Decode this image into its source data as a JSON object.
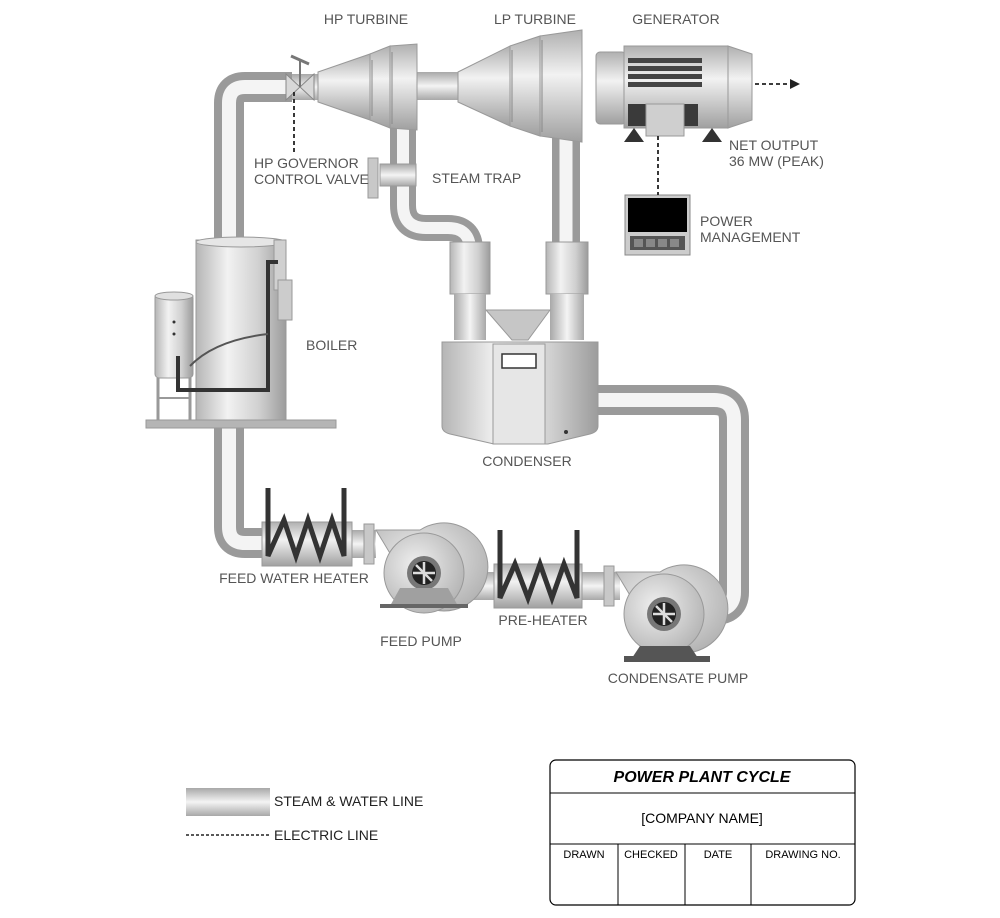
{
  "labels": {
    "hp_turbine": "HP TURBINE",
    "lp_turbine": "LP TURBINE",
    "generator": "GENERATOR",
    "hp_governor_line1": "HP GOVERNOR",
    "hp_governor_line2": "CONTROL VALVE",
    "steam_trap": "STEAM TRAP",
    "net_output_line1": "NET OUTPUT",
    "net_output_line2": "36 MW (PEAK)",
    "power_mgmt_line1": "POWER",
    "power_mgmt_line2": "MANAGEMENT",
    "boiler": "BOILER",
    "condenser": "CONDENSER",
    "feed_water_heater": "FEED WATER HEATER",
    "feed_pump": "FEED PUMP",
    "pre_heater": "PRE-HEATER",
    "condensate_pump": "CONDENSATE PUMP"
  },
  "legend": {
    "steam_water_line": "STEAM & WATER LINE",
    "electric_line": "ELECTRIC LINE"
  },
  "title_block": {
    "title": "POWER PLANT CYCLE",
    "company": "[COMPANY NAME]",
    "columns": [
      "DRAWN",
      "CHECKED",
      "DATE",
      "DRAWING NO."
    ]
  },
  "colors": {
    "pipe_light": "#f4f4f4",
    "pipe_dark": "#a8a8a8",
    "coil": "#333333"
  }
}
